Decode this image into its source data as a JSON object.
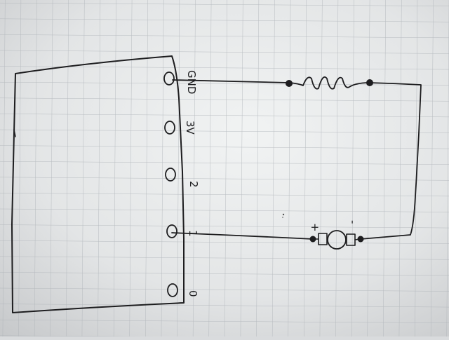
{
  "colors": {
    "paper_light": "#eef0f0",
    "paper_shadow": "#c9cbcd",
    "grid": "#aeb3b8",
    "ink": "#1d1d1f"
  },
  "board": {
    "pins": [
      {
        "id": "gnd",
        "label": "GND"
      },
      {
        "id": "3v",
        "label": "3V"
      },
      {
        "id": "p2",
        "label": "2"
      },
      {
        "id": "p1",
        "label": "1"
      },
      {
        "id": "p0",
        "label": "0"
      }
    ]
  },
  "motor": {
    "plus_label": "+",
    "minus_label": "-"
  }
}
